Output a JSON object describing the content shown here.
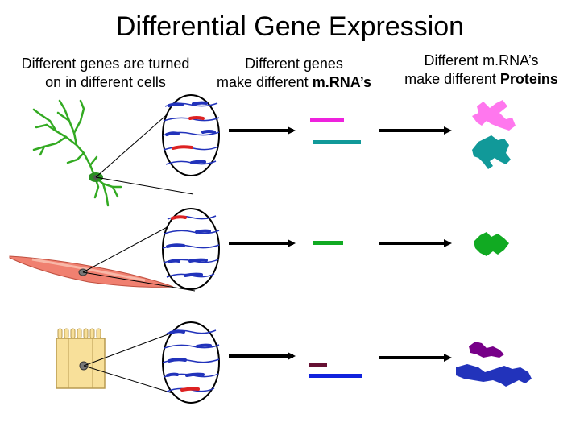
{
  "title": "Differential Gene Expression",
  "headers": {
    "col1_line1": "Different genes are turned",
    "col1_line2": "on in different cells",
    "col2_line1": "Different genes",
    "col2_line2_plain": "make different ",
    "col2_line2_bold": "m.RNA’s",
    "col3_line1": "Different m.RNA’s",
    "col3_line2_plain": "make different ",
    "col3_line2_bold": "Proteins"
  },
  "rows": [
    {
      "cell": "neuron",
      "cell_color": "#33aa22",
      "mrna": [
        {
          "color": "#ee22dd",
          "length": 0.8
        },
        {
          "color": "#119999",
          "length": 1.0
        }
      ],
      "proteins": [
        {
          "color": "#ff77ee",
          "shape": "blob-a"
        },
        {
          "color": "#119999",
          "shape": "blob-b"
        }
      ]
    },
    {
      "cell": "muscle-cell",
      "cell_color": "#f08070",
      "mrna": [
        {
          "color": "#11aa22",
          "length": 0.6
        }
      ],
      "proteins": [
        {
          "color": "#11aa22",
          "shape": "blob-c"
        }
      ]
    },
    {
      "cell": "epithelial-cell",
      "cell_color": "#f8e09a",
      "mrna": [
        {
          "color": "#661133",
          "length": 0.4
        },
        {
          "color": "#1122dd",
          "length": 1.2
        }
      ],
      "proteins": [
        {
          "color": "#770088",
          "shape": "blob-d"
        },
        {
          "color": "#2233bb",
          "shape": "blob-e"
        }
      ]
    }
  ]
}
